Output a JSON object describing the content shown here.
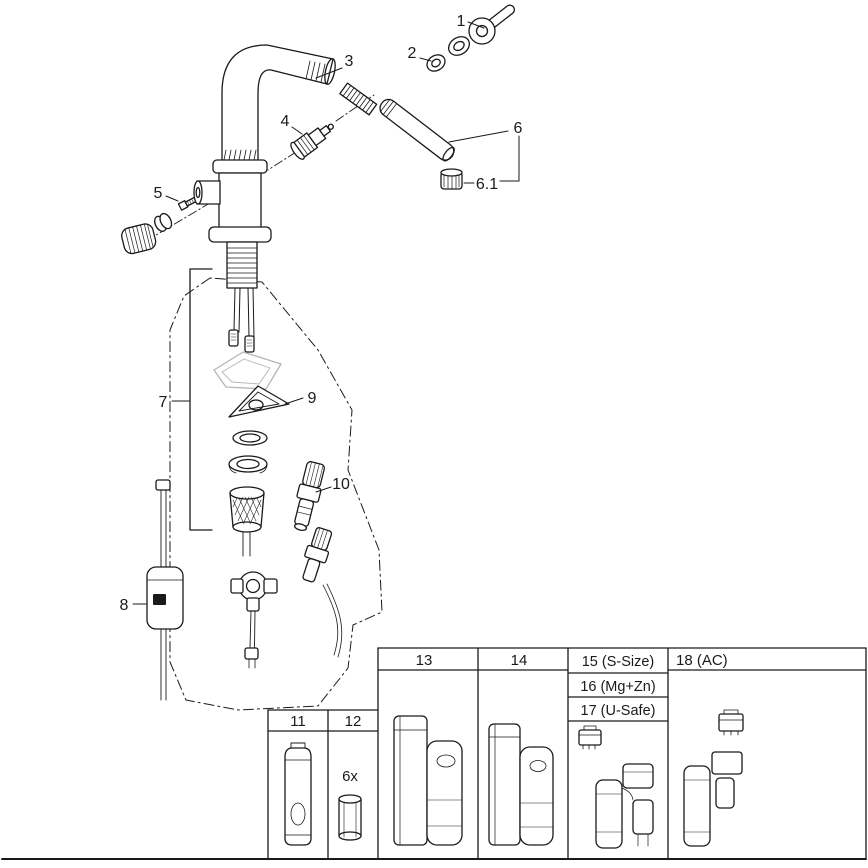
{
  "colors": {
    "line": "#1a1a1a",
    "background": "#ffffff",
    "phantom": "#b5b5b5"
  },
  "callouts": {
    "c1": "1",
    "c2": "2",
    "c3": "3",
    "c4": "4",
    "c5": "5",
    "c6": "6",
    "c6_1": "6.1",
    "c7": "7",
    "c8": "8",
    "c9": "9",
    "c10": "10"
  },
  "table": {
    "box11": {
      "label": "11"
    },
    "box12": {
      "label": "12",
      "quantity": "6x"
    },
    "box13": {
      "label": "13"
    },
    "box14": {
      "label": "14"
    },
    "box15": {
      "label": "15 (S-Size)"
    },
    "box16": {
      "label": "16 (Mg+Zn)"
    },
    "box17": {
      "label": "17 (U-Safe)"
    },
    "box18": {
      "label": "18 (AC)"
    }
  }
}
